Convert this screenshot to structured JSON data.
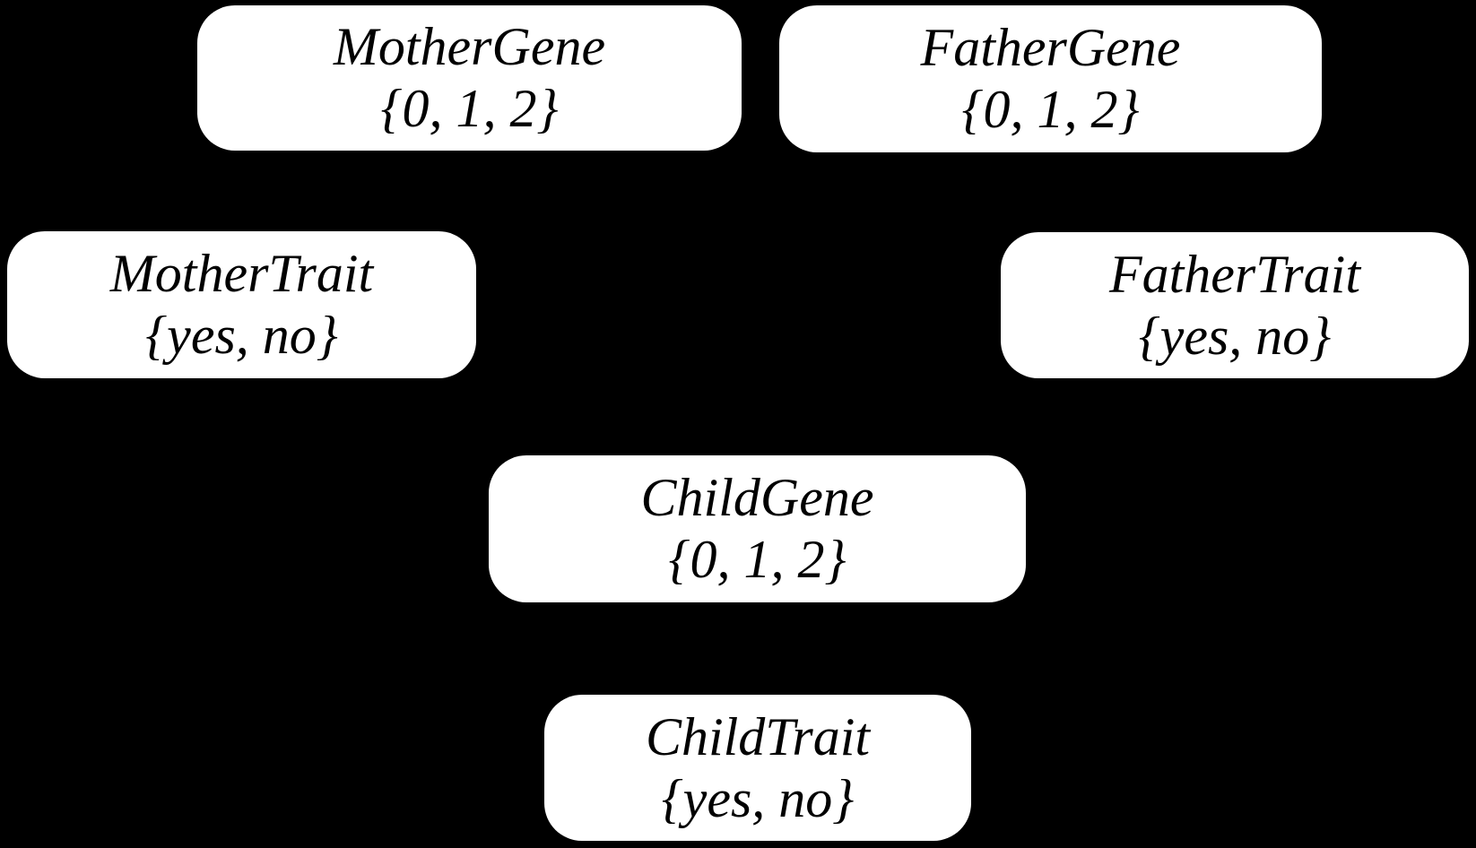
{
  "diagram": {
    "type": "bayesian-network",
    "colors": {
      "background": "#000000",
      "node_fill": "#ffffff",
      "node_text": "#000000"
    },
    "nodes": [
      {
        "id": "mother-gene",
        "label": "MotherGene",
        "values": "{0, 1, 2}"
      },
      {
        "id": "father-gene",
        "label": "FatherGene",
        "values": "{0, 1, 2}"
      },
      {
        "id": "mother-trait",
        "label": "MotherTrait",
        "values": "{yes, no}"
      },
      {
        "id": "father-trait",
        "label": "FatherTrait",
        "values": "{yes, no}"
      },
      {
        "id": "child-gene",
        "label": "ChildGene",
        "values": "{0, 1, 2}"
      },
      {
        "id": "child-trait",
        "label": "ChildTrait",
        "values": "{yes, no}"
      }
    ]
  }
}
